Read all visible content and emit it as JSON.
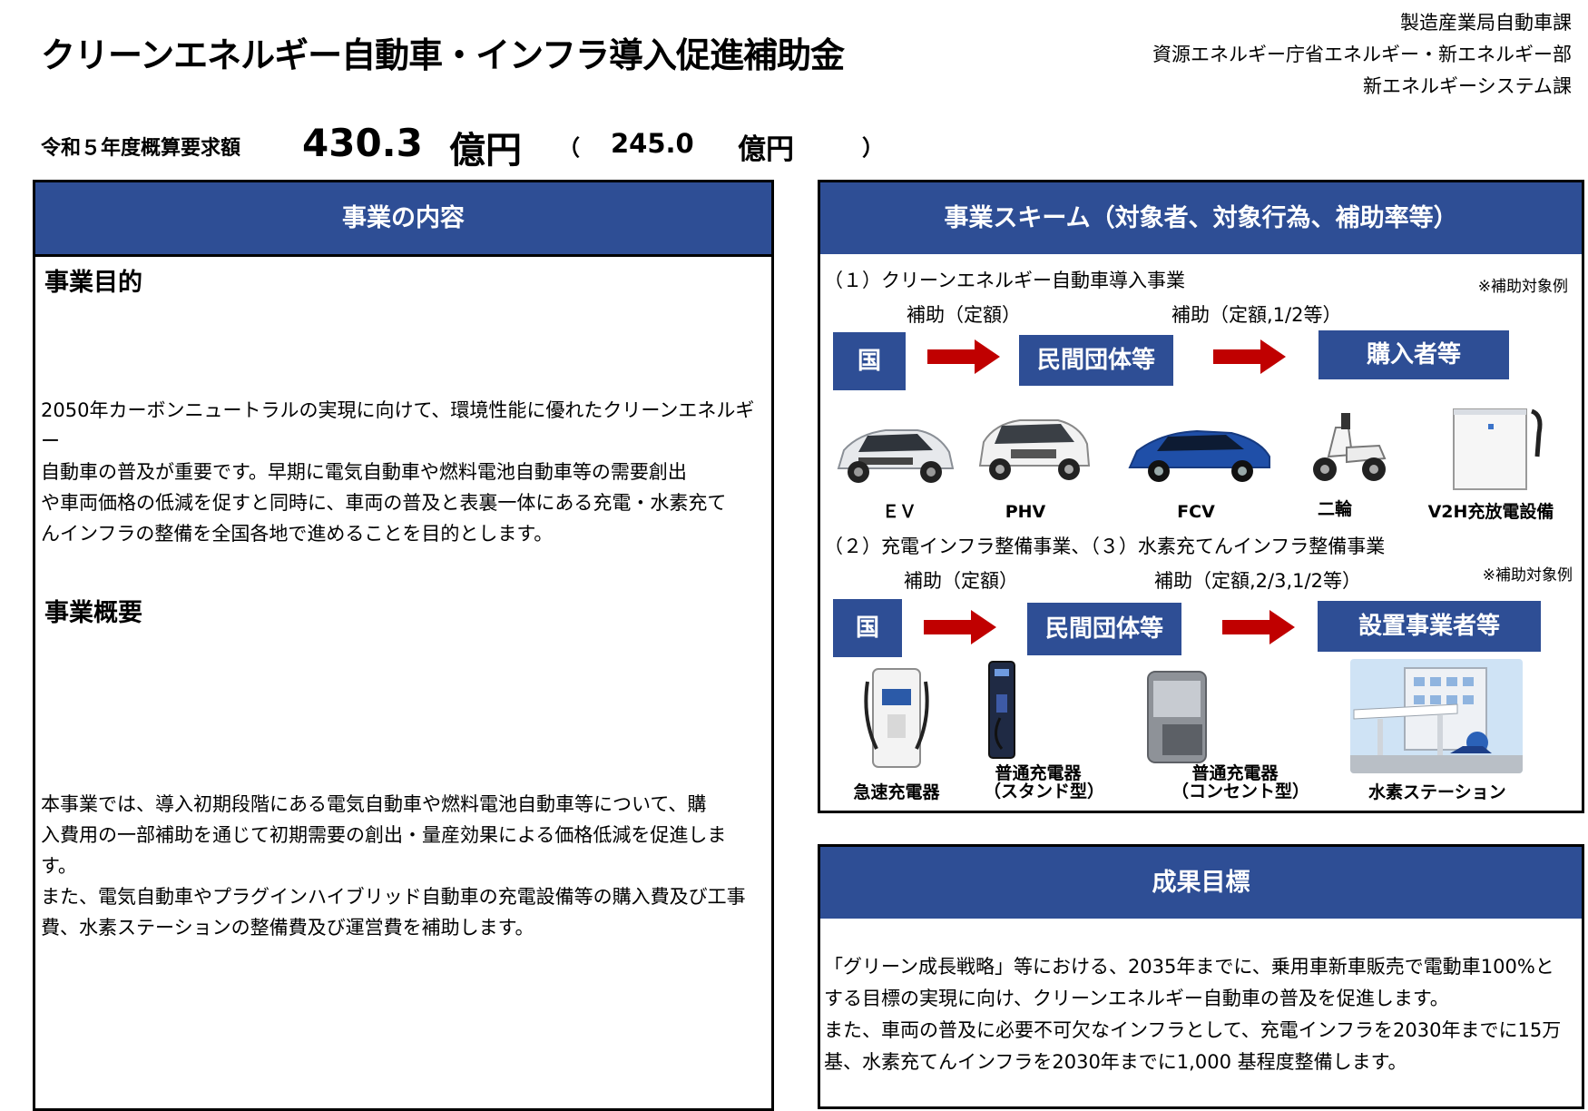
{
  "header": {
    "title": "クリーンエネルギー自動車・インフラ導入促進補助金",
    "org_lines": [
      "製造産業局自動車課",
      "資源エネルギー庁省エネルギー・新エネルギー部",
      "新エネルギーシステム課"
    ]
  },
  "budget": {
    "label": "令和５年度概算要求額",
    "amount": "430.3",
    "unit": "億円",
    "paren_open": "（",
    "prev_amount": "245.0",
    "prev_unit": "億円",
    "paren_close": "）"
  },
  "left": {
    "header": "事業の内容",
    "purpose_title": "事業目的",
    "purpose_lines": [
      "2050年カーボンニュートラルの実現に向けて、環境性能に優れたクリーンエネルギー",
      "自動車の普及が重要です。早期に電気自動車や燃料電池自動車等の需要創出",
      "や車両価格の低減を促すと同時に、車両の普及と表裏一体にある充電・水素充て",
      "んインフラの整備を全国各地で進めることを目的とします。"
    ],
    "overview_title": "事業概要",
    "overview_lines": [
      "本事業では、導入初期段階にある電気自動車や燃料電池自動車等について、購",
      "入費用の一部補助を通じて初期需要の創出・量産効果による価格低減を促進しま",
      "す。",
      "また、電気自動車やプラグインハイブリッド自動車の充電設備等の購入費及び工事",
      "費、水素ステーションの整備費及び運営費を補助します。"
    ]
  },
  "scheme": {
    "header": "事業スキーム（対象者、対象行為、補助率等）",
    "part1": {
      "title": "（１）クリーンエネルギー自動車導入事業",
      "note": "※補助対象例",
      "flow_label_1": "補助（定額）",
      "flow_label_2": "補助（定額,1/2等）",
      "box_1": "国",
      "box_2": "民間団体等",
      "box_3": "購入者等",
      "captions": [
        "ＥＶ",
        "PHV",
        "FCV",
        "二輪",
        "V2H充放電設備"
      ]
    },
    "part2": {
      "title": "（２）充電インフラ整備事業、（３）水素充てんインフラ整備事業",
      "note": "※補助対象例",
      "flow_label_1": "補助（定額）",
      "flow_label_2": "補助（定額,2/3,1/2等）",
      "box_1": "国",
      "box_2": "民間団体等",
      "box_3": "設置事業者等",
      "captions": {
        "fast": "急速充電器",
        "stand_1": "普通充電器",
        "stand_2": "（スタンド型）",
        "outlet_1": "普通充電器",
        "outlet_2": "（コンセント型）",
        "station": "水素ステーション"
      }
    }
  },
  "goals": {
    "header": "成果目標",
    "lines": [
      "「グリーン成長戦略」等における、2035年までに、乗用車新車販売で電動車100%と",
      "する目標の実現に向け、クリーンエネルギー自動車の普及を促進します。",
      "また、車両の普及に必要不可欠なインフラとして、充電インフラを2030年までに15万",
      "基、水素充てんインフラを2030年までに1,000 基程度整備します。"
    ]
  },
  "colors": {
    "header_blue": "#2e4e95",
    "arrow_red": "#c00000"
  }
}
